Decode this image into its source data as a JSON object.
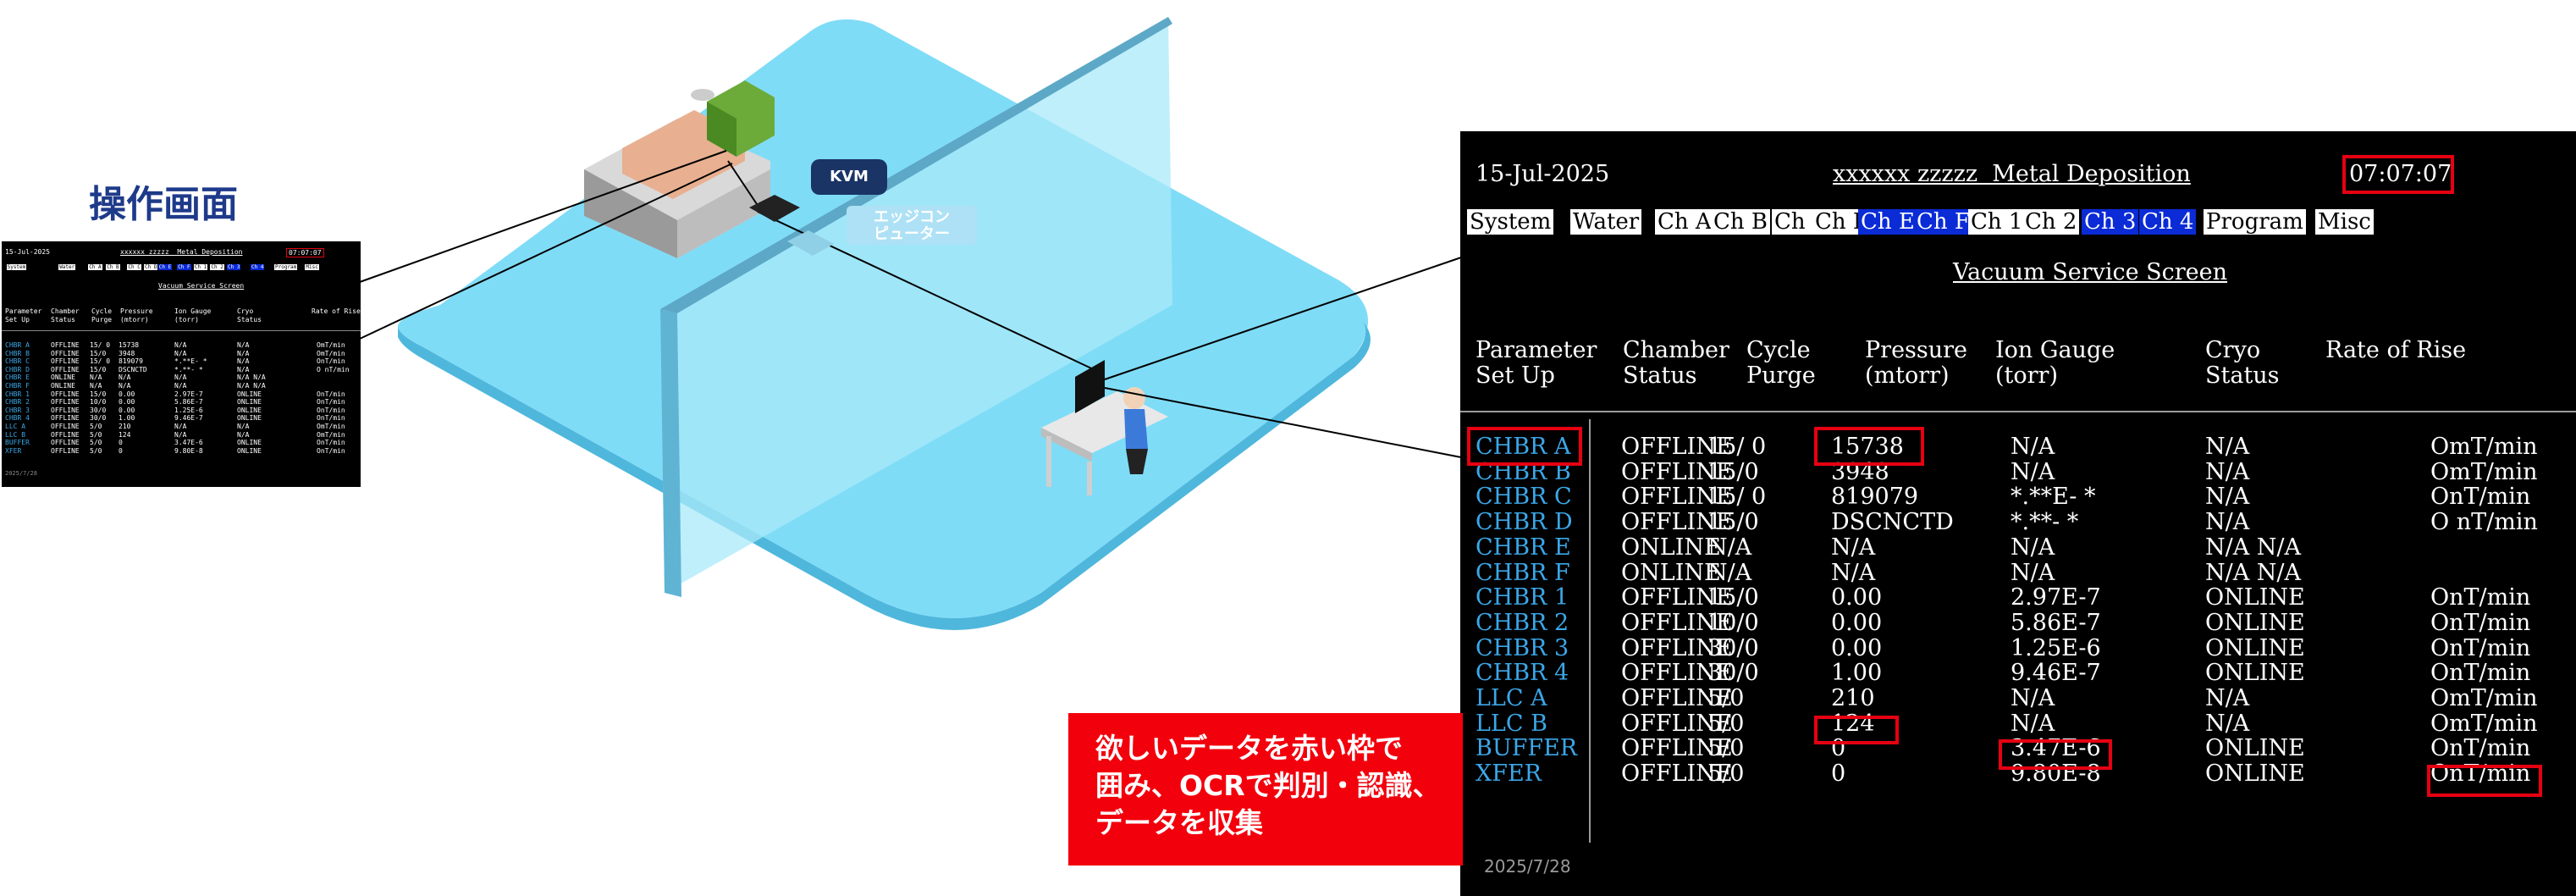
{
  "mini_label": "操作画面",
  "kvm": "KVM",
  "edge": "エッジコン\nピューター",
  "callout": "欲しいデータを赤い枠で\n囲み、OCRで判別・認識、\nデータを収集",
  "screen": {
    "date": "15-Jul-2025",
    "title": "xxxxxx zzzzz  Metal Deposition",
    "time": "07:07:07",
    "tabs": [
      {
        "label": "System",
        "style": "grey"
      },
      {
        "label": "Water",
        "style": "grey"
      },
      {
        "label": "Ch A",
        "style": "grey"
      },
      {
        "label": "Ch B",
        "style": "grey"
      },
      {
        "label": "Ch C",
        "style": "grey"
      },
      {
        "label": "Ch D",
        "style": "grey"
      },
      {
        "label": "Ch E",
        "style": "blue"
      },
      {
        "label": "Ch F",
        "style": "blue"
      },
      {
        "label": "Ch 1",
        "style": "grey"
      },
      {
        "label": "Ch 2",
        "style": "grey"
      },
      {
        "label": "Ch 3",
        "style": "blue"
      },
      {
        "label": "Ch 4",
        "style": "blue"
      },
      {
        "label": "Program",
        "style": "grey"
      },
      {
        "label": "Misc",
        "style": "grey"
      }
    ],
    "subtitle": "Vacuum Service Screen",
    "headers": [
      {
        "l1": "Parameter",
        "l2": "Set Up"
      },
      {
        "l1": "Chamber",
        "l2": "Status"
      },
      {
        "l1": "Cycle",
        "l2": "Purge"
      },
      {
        "l1": "Pressure",
        "l2": "(mtorr)"
      },
      {
        "l1": "Ion Gauge",
        "l2": "(torr)"
      },
      {
        "l1": "Cryo",
        "l2": "Status"
      },
      {
        "l1": "Rate of Rise",
        "l2": ""
      }
    ],
    "rows": [
      [
        "CHBR A",
        "OFFLINE",
        "15/ 0",
        "15738",
        "N/A",
        "N/A",
        "OmT/min"
      ],
      [
        "CHBR B",
        "OFFLINE",
        "15/0",
        "3948",
        "N/A",
        "N/A",
        "OmT/min"
      ],
      [
        "CHBR C",
        "OFFLINE",
        "15/ 0",
        "819079",
        "*.**E- *",
        "N/A",
        "OnT/min"
      ],
      [
        "CHBR D",
        "OFFLINE",
        "15/0",
        "DSCNCTD",
        "*.**- *",
        "N/A",
        "O nT/min"
      ],
      [
        "CHBR E",
        "ONLINE",
        "N/A",
        "N/A",
        "N/A",
        "N/A N/A",
        ""
      ],
      [
        "CHBR F",
        "ONLINE",
        "N/A",
        "N/A",
        "N/A",
        "N/A N/A",
        ""
      ],
      [
        "CHBR 1",
        "OFFLINE",
        "15/0",
        "0.00",
        "2.97E-7",
        "ONLINE",
        "OnT/min"
      ],
      [
        "CHBR 2",
        "OFFLINE",
        "10/0",
        "0.00",
        "5.86E-7",
        "ONLINE",
        "OnT/min"
      ],
      [
        "CHBR 3",
        "OFFLINE",
        "30/0",
        "0.00",
        "1.25E-6",
        "ONLINE",
        "OnT/min"
      ],
      [
        "CHBR 4",
        "OFFLINE",
        "30/0",
        "1.00",
        "9.46E-7",
        "ONLINE",
        "OnT/min"
      ],
      [
        "LLC A",
        "OFFLINE",
        "5/0",
        "210",
        "N/A",
        "N/A",
        "OmT/min"
      ],
      [
        "LLC B",
        "OFFLINE",
        "5/0",
        "124",
        "N/A",
        "N/A",
        "OmT/min"
      ],
      [
        "BUFFER",
        "OFFLINE",
        "5/0",
        "0",
        "3.47E-6",
        "ONLINE",
        "OnT/min"
      ],
      [
        "XFER",
        "OFFLINE",
        "5/0",
        "0",
        "9.80E-8",
        "ONLINE",
        "OnT/min"
      ]
    ],
    "footer_date": "2025/7/28"
  },
  "mini_footer": "2025/7/28",
  "colors": {
    "cyan": "#3ba7e8",
    "red": "#e60012",
    "navy": "#1e3a8a",
    "floor": "#7fd8f5",
    "callout": "#f2000c"
  }
}
